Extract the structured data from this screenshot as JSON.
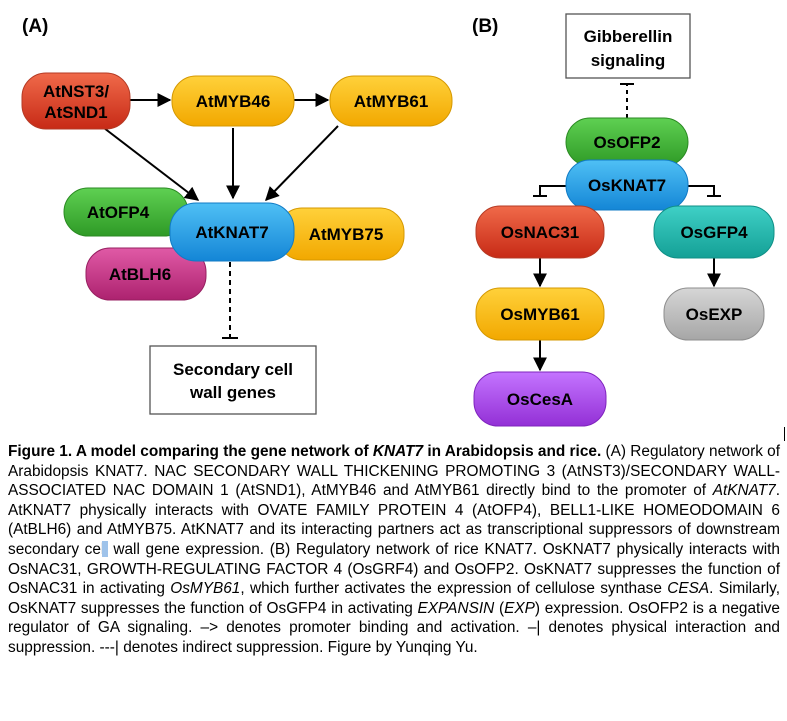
{
  "panel_a": {
    "label": "(A)",
    "nodes": {
      "atnst3_line1": "AtNST3/",
      "atnst3_line2": "AtSND1",
      "atmyb46": "AtMYB46",
      "atmyb61": "AtMYB61",
      "atofp4": "AtOFP4",
      "atknat7": "AtKNAT7",
      "atmyb75": "AtMYB75",
      "atblh6": "AtBLH6",
      "target_line1": "Secondary cell",
      "target_line2": "wall genes"
    }
  },
  "panel_b": {
    "label": "(B)",
    "nodes": {
      "ga_line1": "Gibberellin",
      "ga_line2": "signaling",
      "osofp2": "OsOFP2",
      "osknat7": "OsKNAT7",
      "osnac31": "OsNAC31",
      "osgfp4": "OsGFP4",
      "osmyb61": "OsMYB61",
      "osexp": "OsEXP",
      "oscesa": "OsCesA"
    }
  },
  "colors": {
    "red": "#d93a22",
    "orange": "#f8b400",
    "green": "#3daa32",
    "blue": "#1f9be3",
    "magenta": "#c12e86",
    "teal": "#1ab0a4",
    "gray": "#b5b5b5",
    "purple": "#a63fe0"
  },
  "caption": {
    "title_pre": "Figure 1. A model comparing the gene network of ",
    "title_gene": "KNAT7",
    "title_post": " in Arabidopsis and rice.",
    "s1": " (A) Regulatory network of Arabidopsis KNAT7. NAC SECONDARY WALL THICKENING PROMOTING 3 (AtNST3)/SECONDARY WALL-ASSOCIATED NAC DOMAIN 1 (AtSND1), AtMYB46 and AtMYB61 directly bind to the promoter of ",
    "s1_gene": "AtKNAT7",
    "s2": ". AtKNAT7 physically interacts with OVATE FAMILY PROTEIN 4 (AtOFP4), BELL1-LIKE HOMEODOMAIN 6 (AtBLH6) and AtMYB75. AtKNAT7 and its interacting partners act as transcriptional suppressors of downstream secondary cell",
    "s3": " wall gene expression. (B) Regulatory network of rice KNAT7. OsKNAT7 physically interacts with OsNAC31, GROWTH-REGULATING FACTOR 4 (OsGRF4) and OsOFP2. OsKNAT7 suppresses the function of OsNAC31 in activating ",
    "s3_gene": "OsMYB61",
    "s4": ", which further activates the expression of cellulose synthase ",
    "s4_gene": "CESA",
    "s5": ". Similarly, OsKNAT7 suppresses the function of OsGFP4 in activating ",
    "s5_gene": "EXPANSIN",
    "s6": " (",
    "s6_gene": "EXP",
    "s7": ") expression. OsOFP2 is a negative regulator of GA signaling. –> denotes promoter binding and activation. –| denotes physical interaction and suppression. ---| denotes indirect suppression. Figure by Yunqing Yu."
  }
}
